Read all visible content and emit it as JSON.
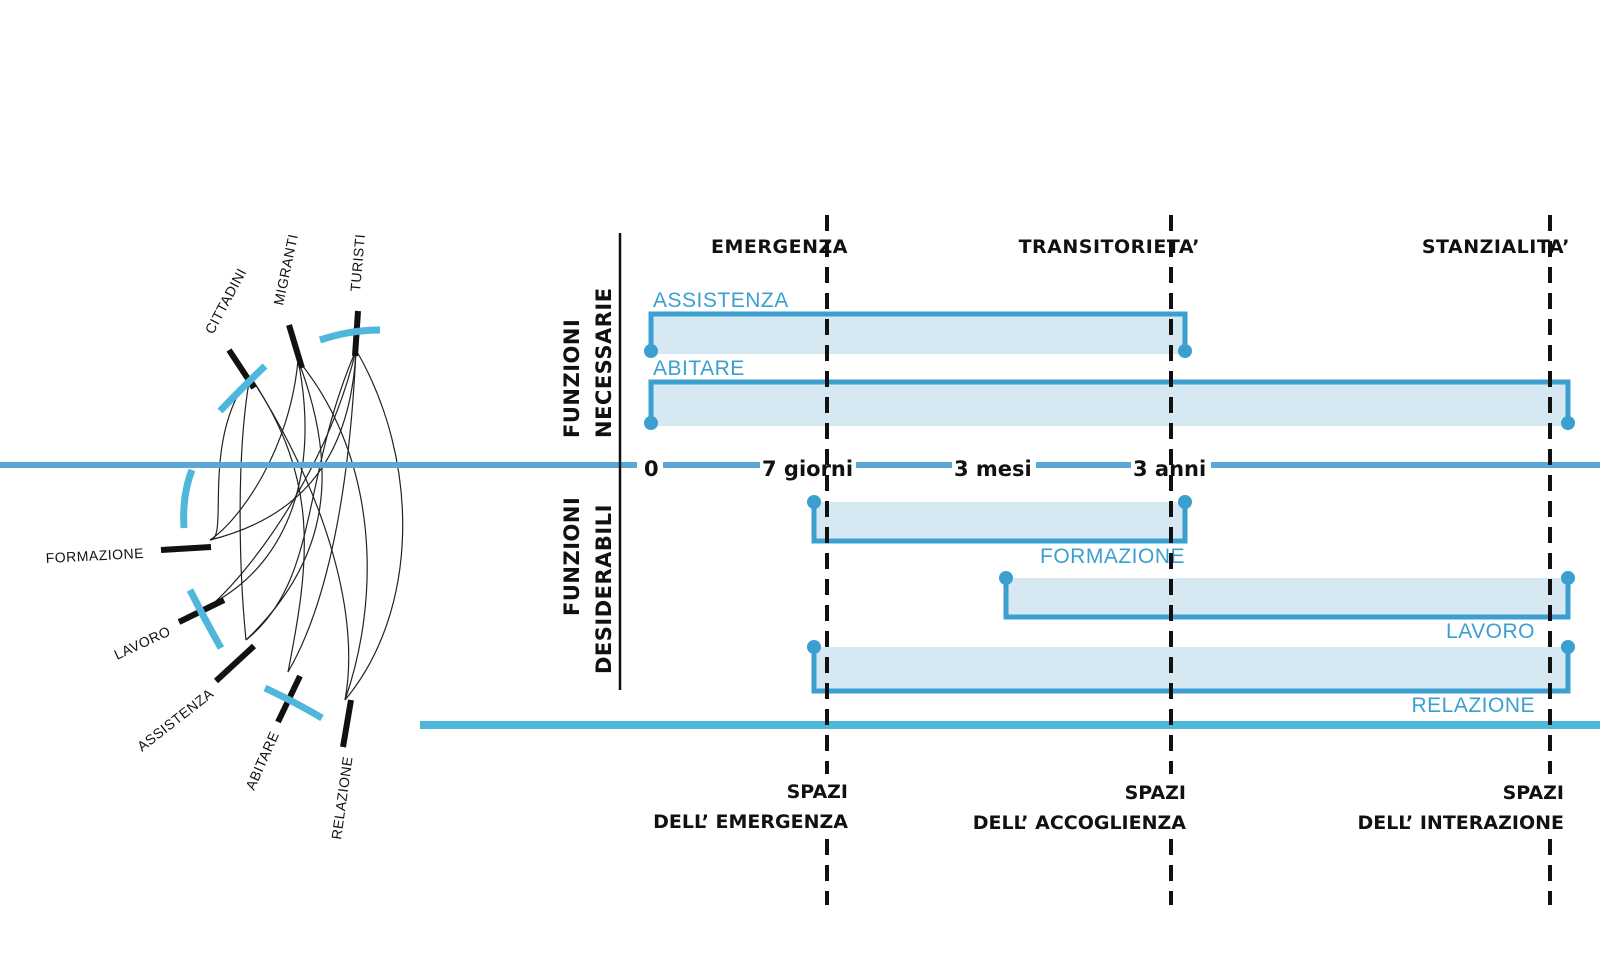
{
  "colors": {
    "accent": "#3b9fd0",
    "fill": "#d6e8f2",
    "ink": "#111111",
    "axis": "#5aa8d6"
  },
  "radial": {
    "top_labels": [
      "CITTADINI",
      "MIGRANTI",
      "TURISTI"
    ],
    "bottom_labels": [
      "FORMAZIONE",
      "LAVORO",
      "ASSISTENZA",
      "ABITARE",
      "RELAZIONE"
    ]
  },
  "side_labels": {
    "necessary": [
      "FUNZIONI",
      "NECESSARIE"
    ],
    "desirable": [
      "FUNZIONI",
      "DESIDERABILI"
    ]
  },
  "phases": [
    "EMERGENZA",
    "TRANSITORIETA’",
    "STANZIALITA’"
  ],
  "timeline_ticks": [
    "0",
    "7 giorni",
    "3 mesi",
    "3 anni"
  ],
  "functions": {
    "assistenza": "ASSISTENZA",
    "abitare": "ABITARE",
    "formazione": "FORMAZIONE",
    "lavoro": "LAVORO",
    "relazione": "RELAZIONE"
  },
  "spaces": [
    [
      "SPAZI",
      "DELL’ EMERGENZA"
    ],
    [
      "SPAZI",
      "DELL’ ACCOGLIENZA"
    ],
    [
      "SPAZI",
      "DELL’ INTERAZIONE"
    ]
  ]
}
